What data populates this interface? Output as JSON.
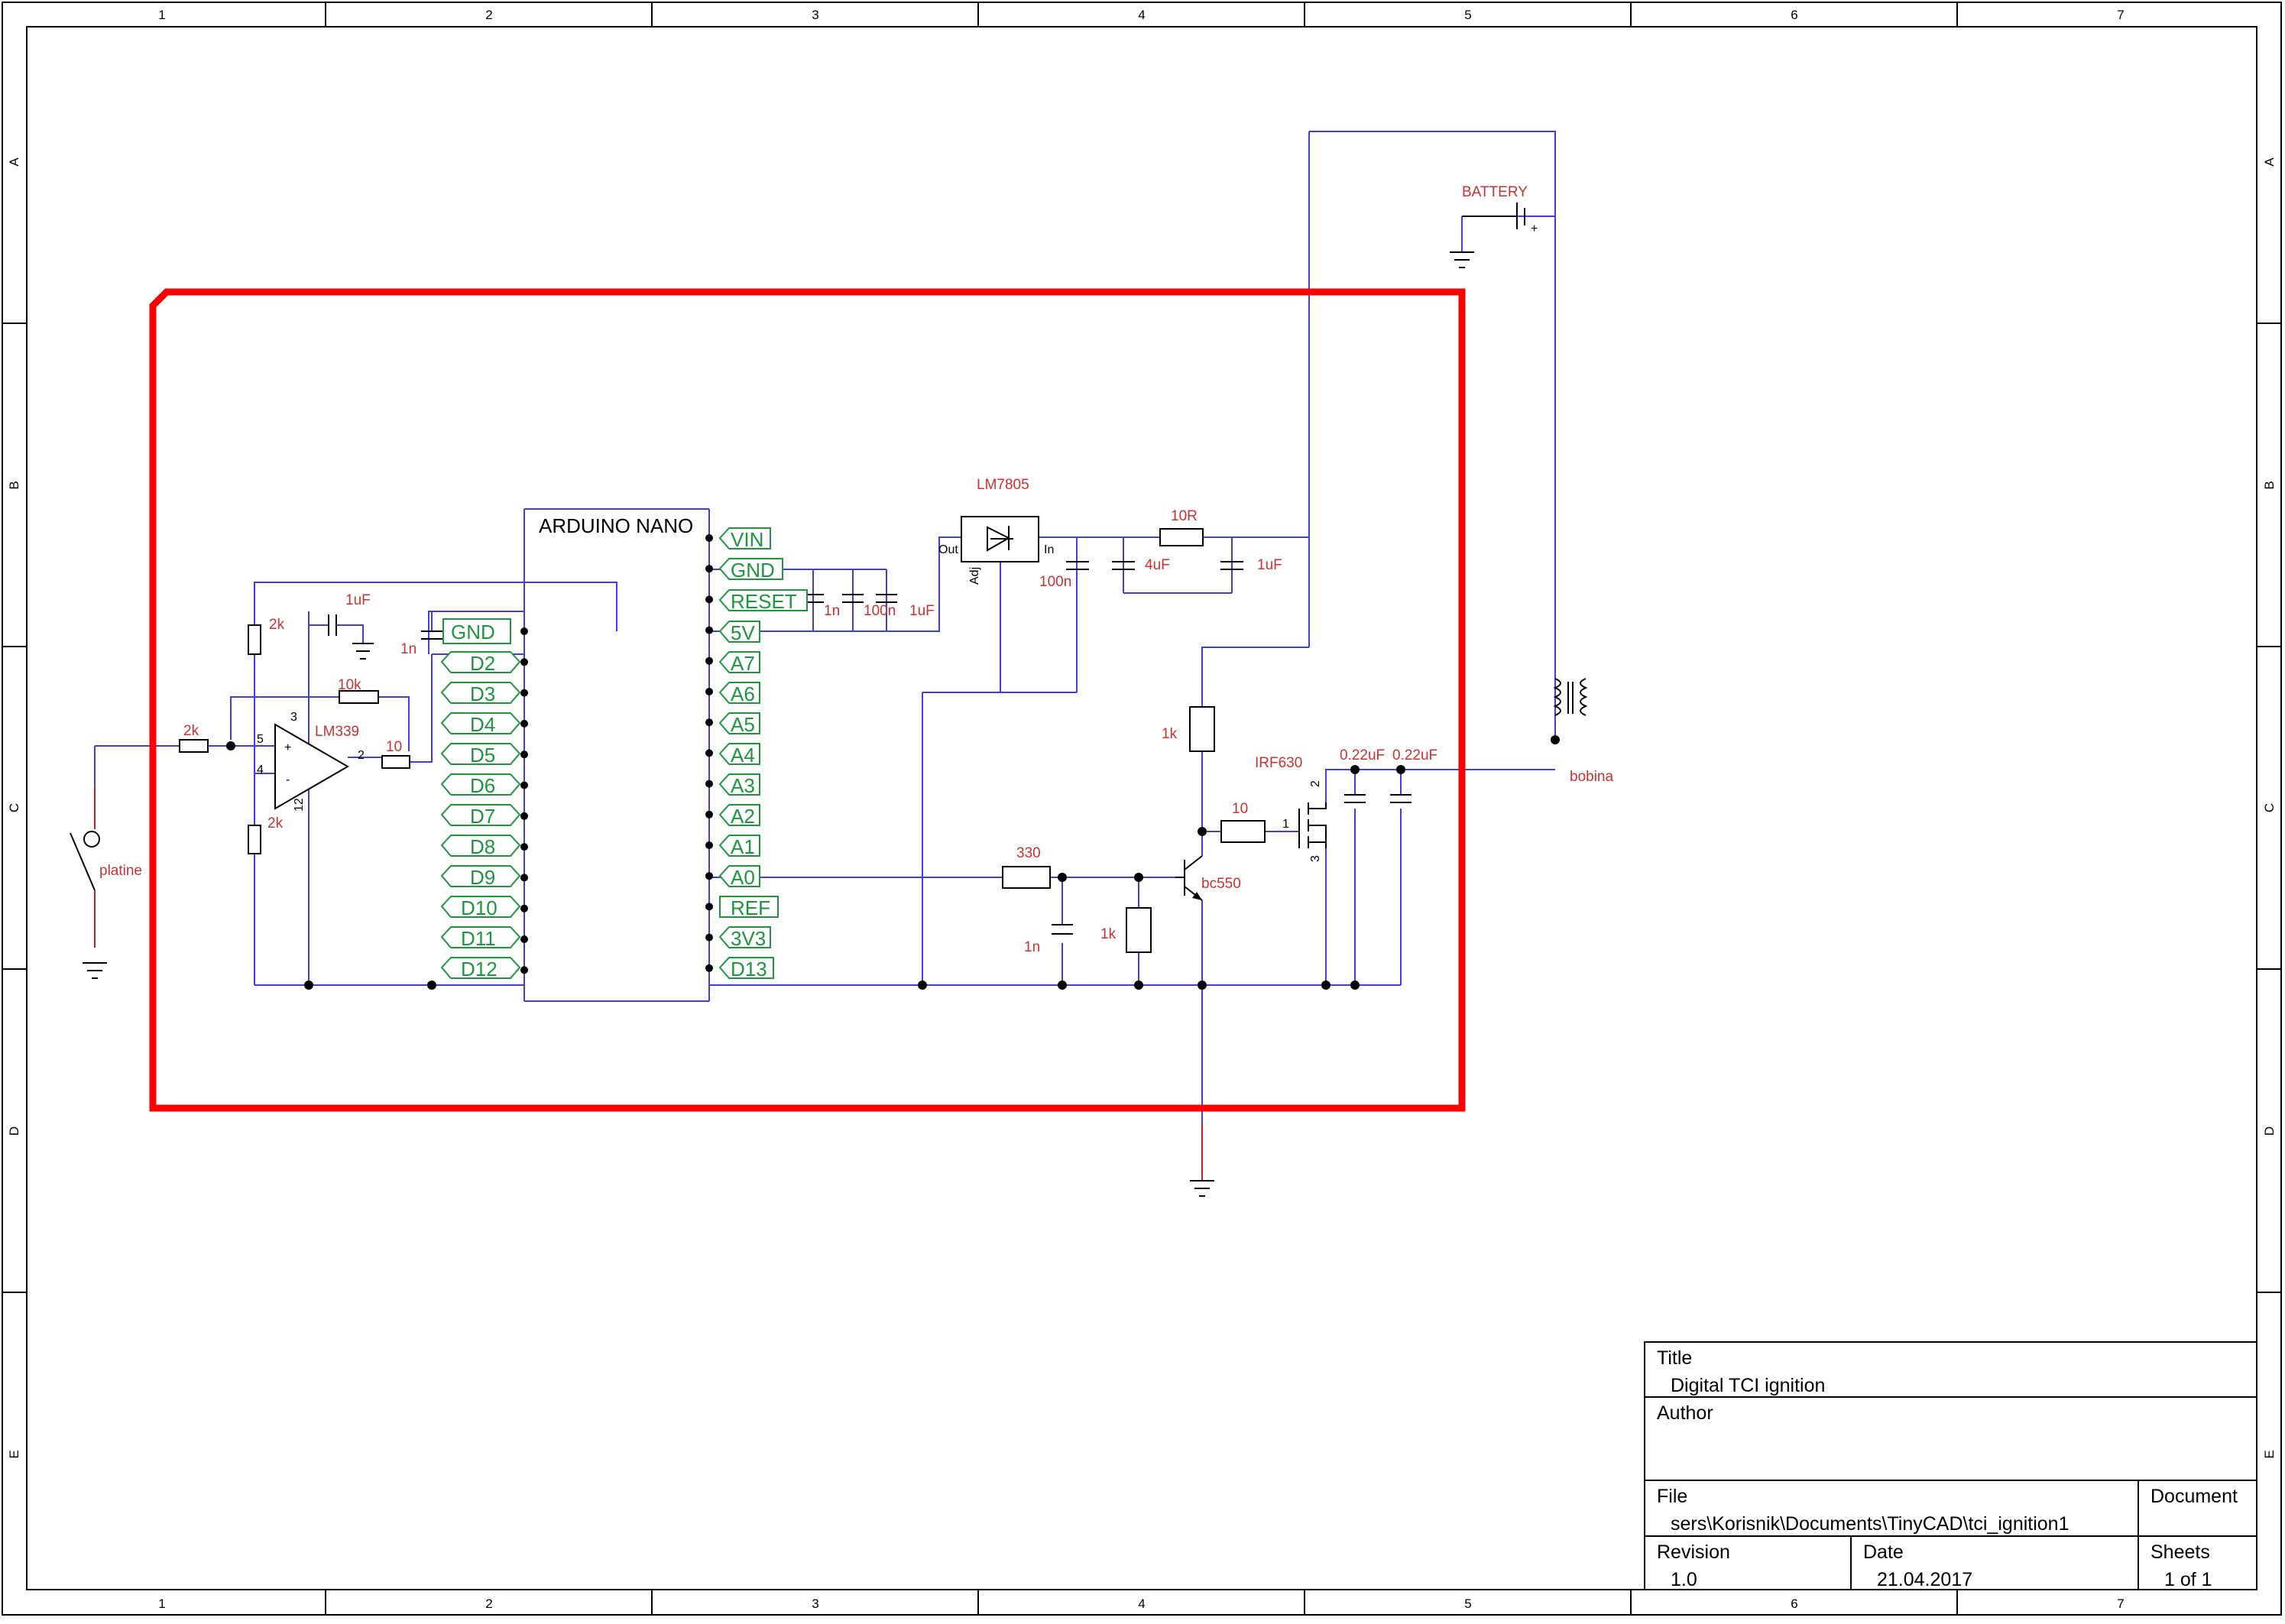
{
  "frame": {
    "col_refs": [
      "1",
      "2",
      "3",
      "4",
      "5",
      "6",
      "7"
    ],
    "row_refs": [
      "A",
      "B",
      "C",
      "D",
      "E"
    ]
  },
  "title_block": {
    "title_label": "Title",
    "title_value": "Digital TCI ignition",
    "author_label": "Author",
    "author_value": "",
    "file_label": "File",
    "file_value": "sers\\Korisnik\\Documents\\TinyCAD\\tci_ignition1",
    "document_label": "Document",
    "revision_label": "Revision",
    "revision_value": "1.0",
    "date_label": "Date",
    "date_value": "21.04.2017",
    "sheets_label": "Sheets",
    "sheets_value": "1 of 1"
  },
  "mcu": {
    "name": "ARDUINO NANO",
    "left_pins": [
      "GND",
      "D2",
      "D3",
      "D4",
      "D5",
      "D6",
      "D7",
      "D8",
      "D9",
      "D10",
      "D11",
      "D12"
    ],
    "right_pins": [
      "VIN",
      "GND",
      "RESET",
      "5V",
      "A7",
      "A6",
      "A5",
      "A4",
      "A3",
      "A2",
      "A1",
      "A0",
      "REF",
      "3V3",
      "D13"
    ]
  },
  "components": {
    "battery": "BATTERY",
    "regulator": "LM7805",
    "reg_out": "Out",
    "reg_in": "In",
    "reg_adj": "Adj",
    "r_10r": "10R",
    "c_4uf": "4uF",
    "c_1uf_in": "1uF",
    "c_100n_reg": "100n",
    "c_1n_mcu": "1n",
    "c_100n_mcu": "100n",
    "c_1uf_mcu": "1uF",
    "c_1uf_comp": "1uF",
    "c_1n_comp": "1n",
    "r_2k_top": "2k",
    "r_2k_bot": "2k",
    "r_2k_in": "2k",
    "r_10k": "10k",
    "r_10_out": "10",
    "comparator": "LM339",
    "pin_3": "3",
    "pin_5": "5",
    "pin_4": "4",
    "pin_2": "2",
    "pin_12": "12",
    "plus": "+",
    "minus": "-",
    "platine": "platine",
    "r_1k_col": "1k",
    "r_10_gate": "10",
    "r_330": "330",
    "c_1n_base": "1n",
    "r_1k_base": "1k",
    "transistor": "bc550",
    "mosfet": "IRF630",
    "fet_1": "1",
    "fet_2": "2",
    "fet_3": "3",
    "c_022_a": "0.22uF",
    "c_022_b": "0.22uF",
    "coil": "bobina",
    "bat_plus": "+"
  },
  "colors": {
    "wire": "#4040d8",
    "label": "#c83232",
    "net_label": "#1e9640",
    "highlight": "#ff0000"
  }
}
